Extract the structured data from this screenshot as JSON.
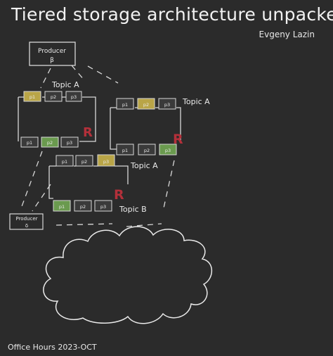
{
  "title": "Tiered storage architecture unpacked",
  "author": "Evgeny Lazin",
  "footer": "Office Hours 2023-OCT",
  "producers": [
    {
      "name": "Producer",
      "sub": "β"
    },
    {
      "name": "Producer",
      "sub": "δ"
    }
  ],
  "topics": [
    {
      "label": "Topic A",
      "rows": [
        [
          "p1",
          "p2",
          "p3"
        ],
        [
          "p1",
          "p2",
          "p3"
        ]
      ],
      "replica_mark": "R"
    },
    {
      "label": "Topic A",
      "rows": [
        [
          "p1",
          "p2",
          "p3"
        ],
        [
          "p1",
          "p2",
          "p3"
        ]
      ],
      "replica_mark": "R"
    },
    {
      "label": "Topic A",
      "rows": [
        [
          "p1",
          "p2",
          "p3"
        ]
      ],
      "replica_mark": "R"
    },
    {
      "label": "Topic B",
      "rows": [
        [
          "p1",
          "p2",
          "p3"
        ]
      ]
    }
  ],
  "colors": {
    "background": "#2b2b2b",
    "leader": "#b9a547",
    "follower_insync": "#6a9a4e",
    "partition": "#3a3a3a",
    "replica_mark": "#b3303a",
    "stroke": "#d8d8d8"
  }
}
